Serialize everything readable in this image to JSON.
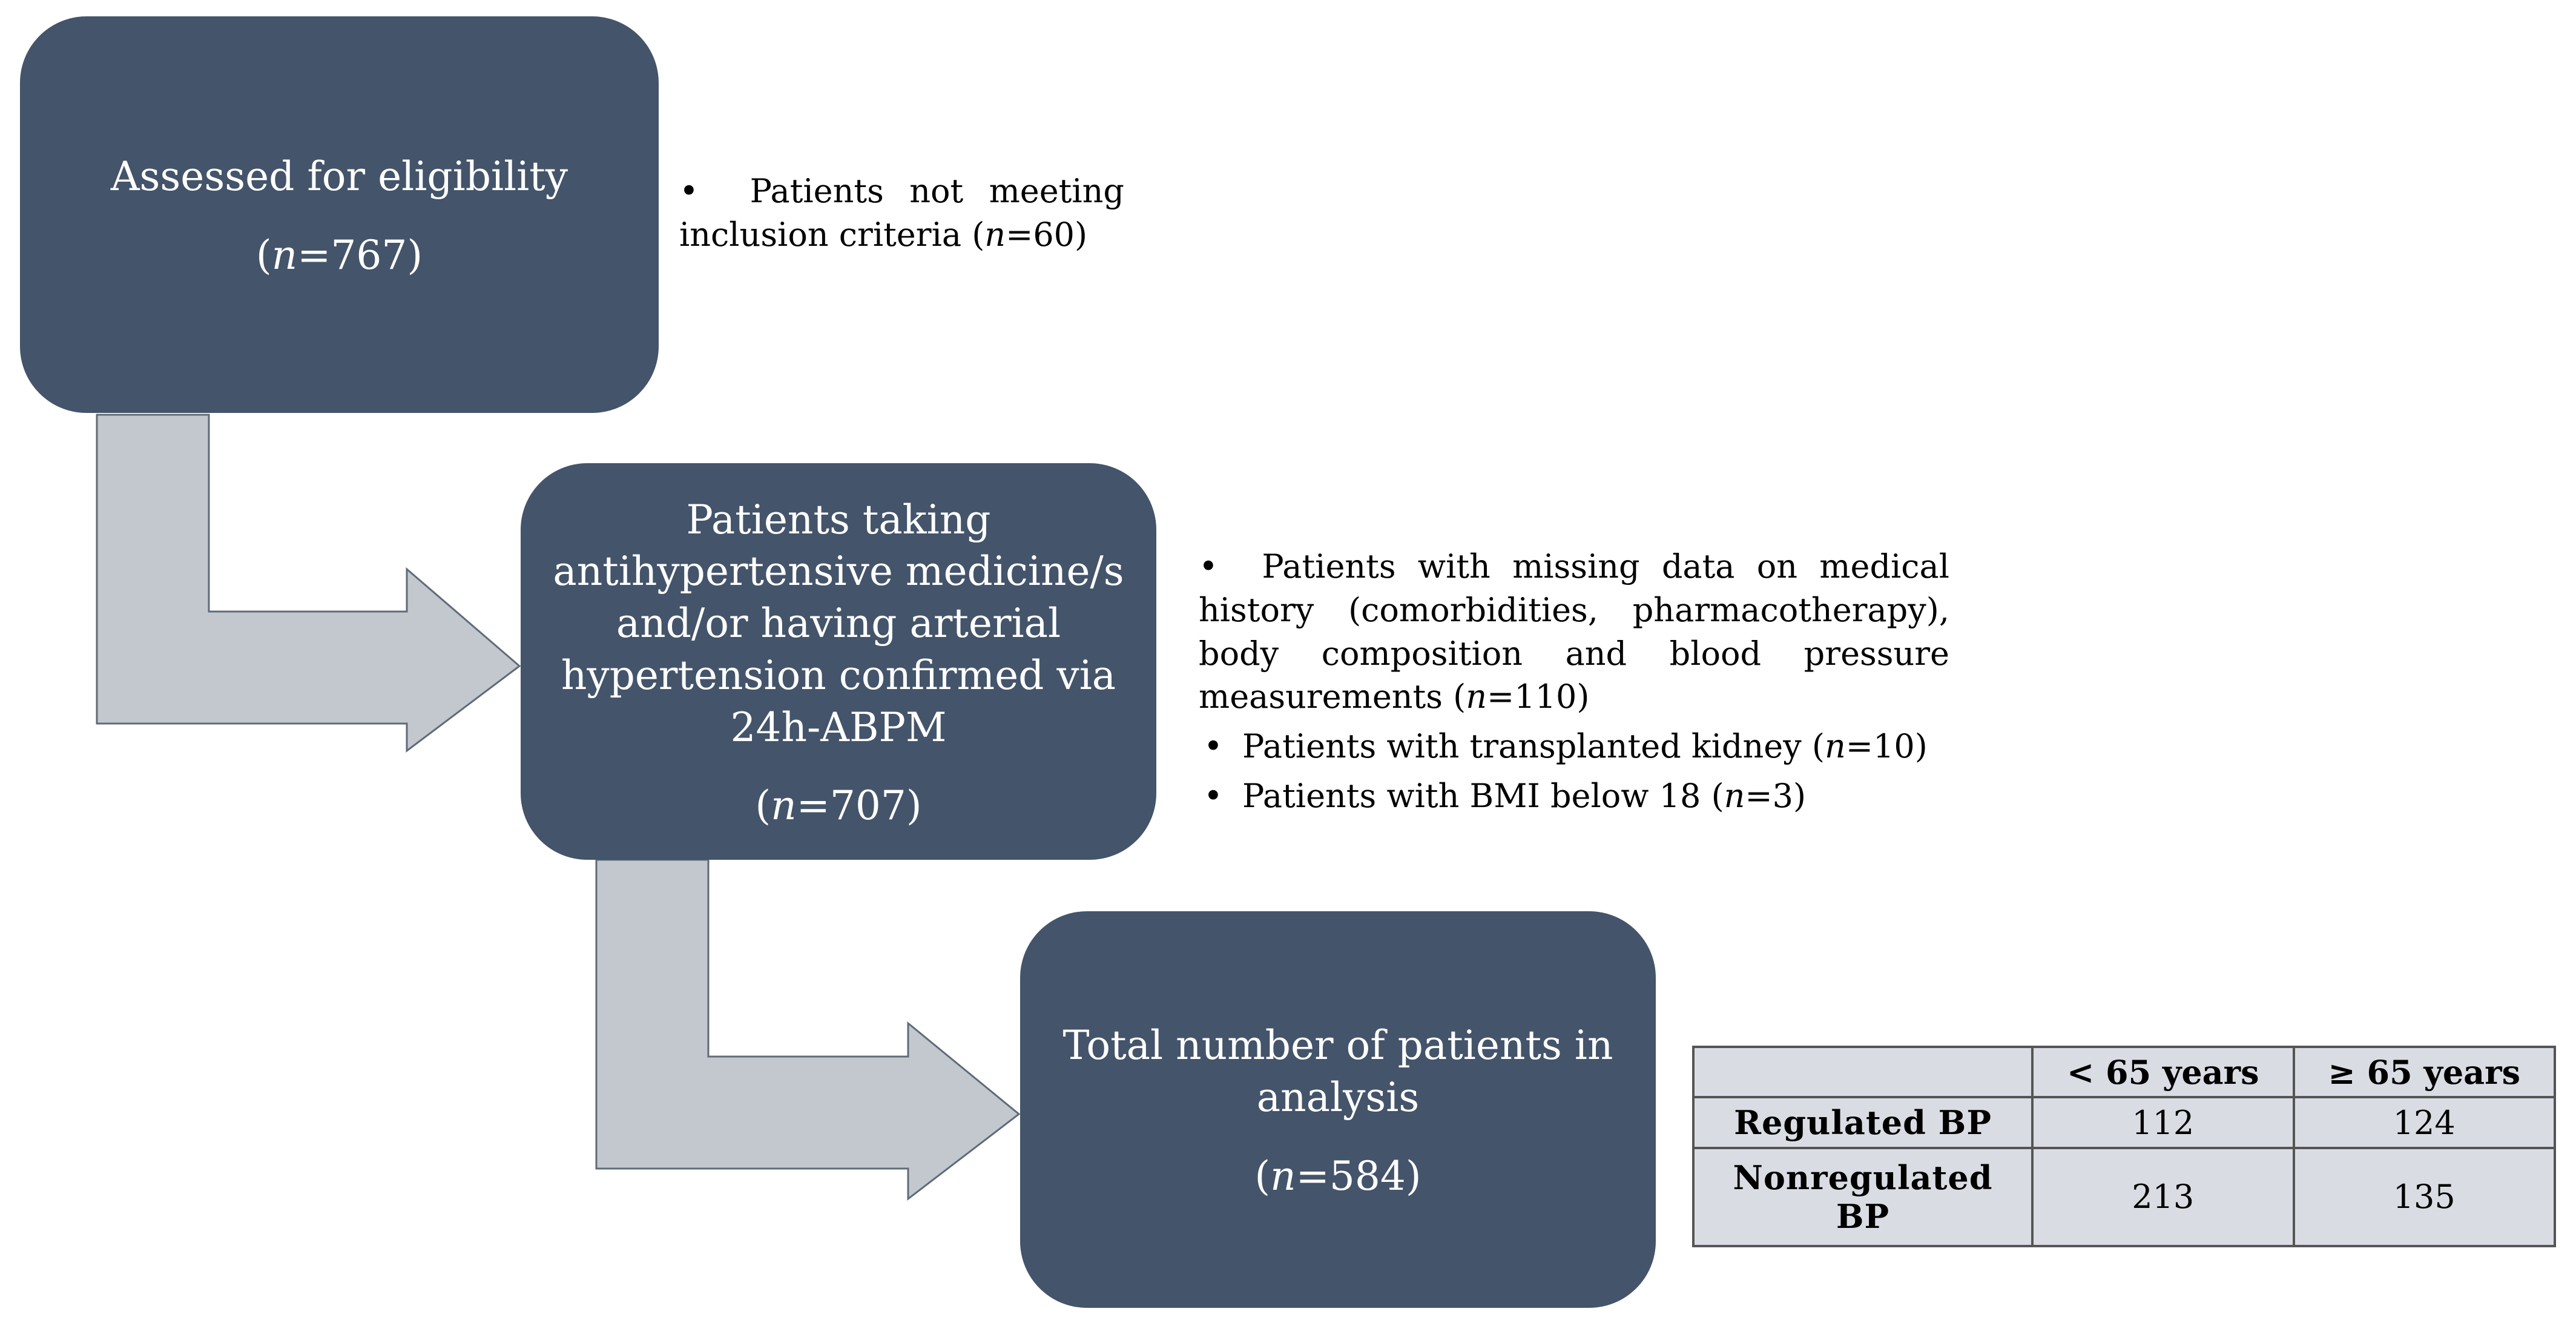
{
  "box1": {
    "title": "Assessed for eligibility",
    "n": "767"
  },
  "box2": {
    "lines": [
      "Patients taking",
      "antihypertensive medicine/s",
      "and/or having arterial",
      "hypertension confirmed via",
      "24h-ABPM"
    ],
    "n": "707"
  },
  "box3": {
    "lines": [
      "Total number of patients in",
      "analysis"
    ],
    "n": "584"
  },
  "n_label": "n",
  "exclusions_1": [
    {
      "text": "Patients not meeting inclusion criteria (",
      "n": "60"
    }
  ],
  "exclusions_2": [
    {
      "text": "Patients with missing data on medical history (comorbidities, pharmacotherapy), body composition and blood pressure measurements (",
      "n": "110"
    },
    {
      "text": "Patients with transplanted kidney (",
      "n": "10"
    },
    {
      "text": "Patients with BMI below 18 (",
      "n": "3"
    }
  ],
  "table": {
    "columns": [
      "",
      "< 65 years",
      "≥ 65 years"
    ],
    "rows": [
      {
        "label": "Regulated BP",
        "values": [
          "112",
          "124"
        ]
      },
      {
        "label": "Nonregulated BP",
        "values": [
          "213",
          "135"
        ]
      }
    ]
  },
  "colors": {
    "box": "#44546a",
    "arrow": "#c3c8ce",
    "arrow_stroke": "#5f6b78",
    "table_bg": "#d9dde3"
  }
}
